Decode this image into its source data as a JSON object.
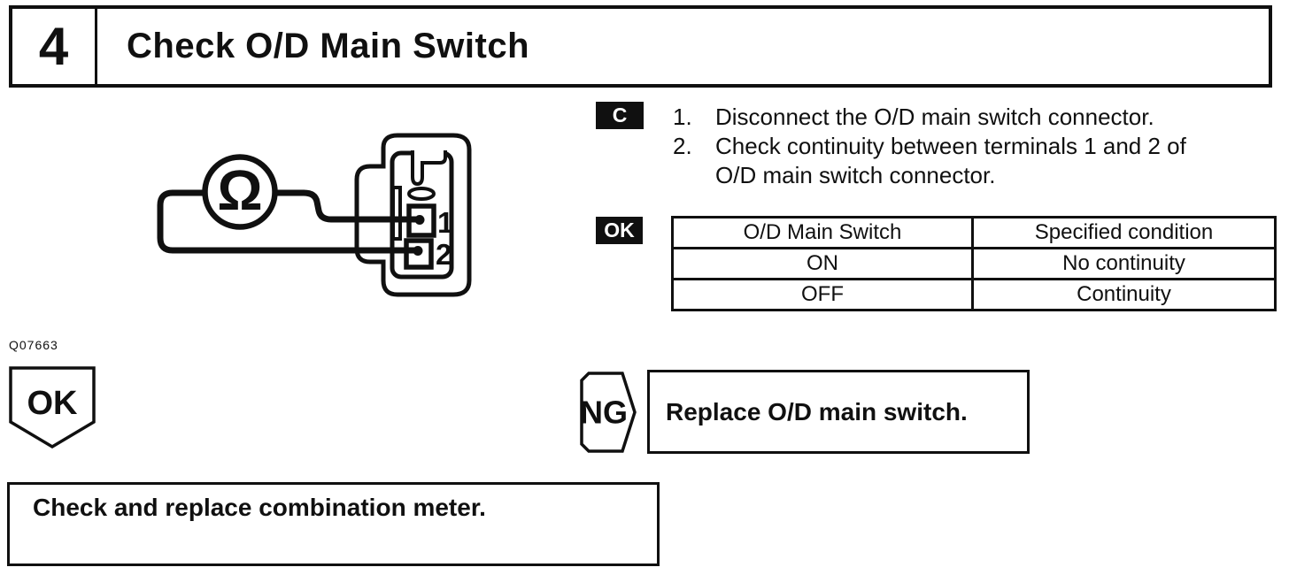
{
  "header": {
    "step_number": "4",
    "title": "Check O/D Main Switch"
  },
  "figure": {
    "code": "Q07663",
    "ohm_symbol": "Ω",
    "terminal_1_label": "1",
    "terminal_2_label": "2"
  },
  "instructions": {
    "badge": "C",
    "items": [
      {
        "number": "1.",
        "lines": [
          "Disconnect the O/D main switch connector."
        ]
      },
      {
        "number": "2.",
        "lines": [
          "Check continuity between terminals 1 and 2 of",
          "O/D main switch connector."
        ]
      }
    ]
  },
  "spec": {
    "badge": "OK",
    "table": {
      "headers": [
        "O/D Main Switch",
        "Specified condition"
      ],
      "rows": [
        [
          "ON",
          "No continuity"
        ],
        [
          "OFF",
          "Continuity"
        ]
      ]
    }
  },
  "flow": {
    "ok_label": "OK",
    "ng_label": "NG",
    "ng_action": "Replace O/D main switch.",
    "ok_action": "Check and replace combination meter."
  },
  "colors": {
    "ink": "#101010",
    "paper": "#ffffff"
  }
}
